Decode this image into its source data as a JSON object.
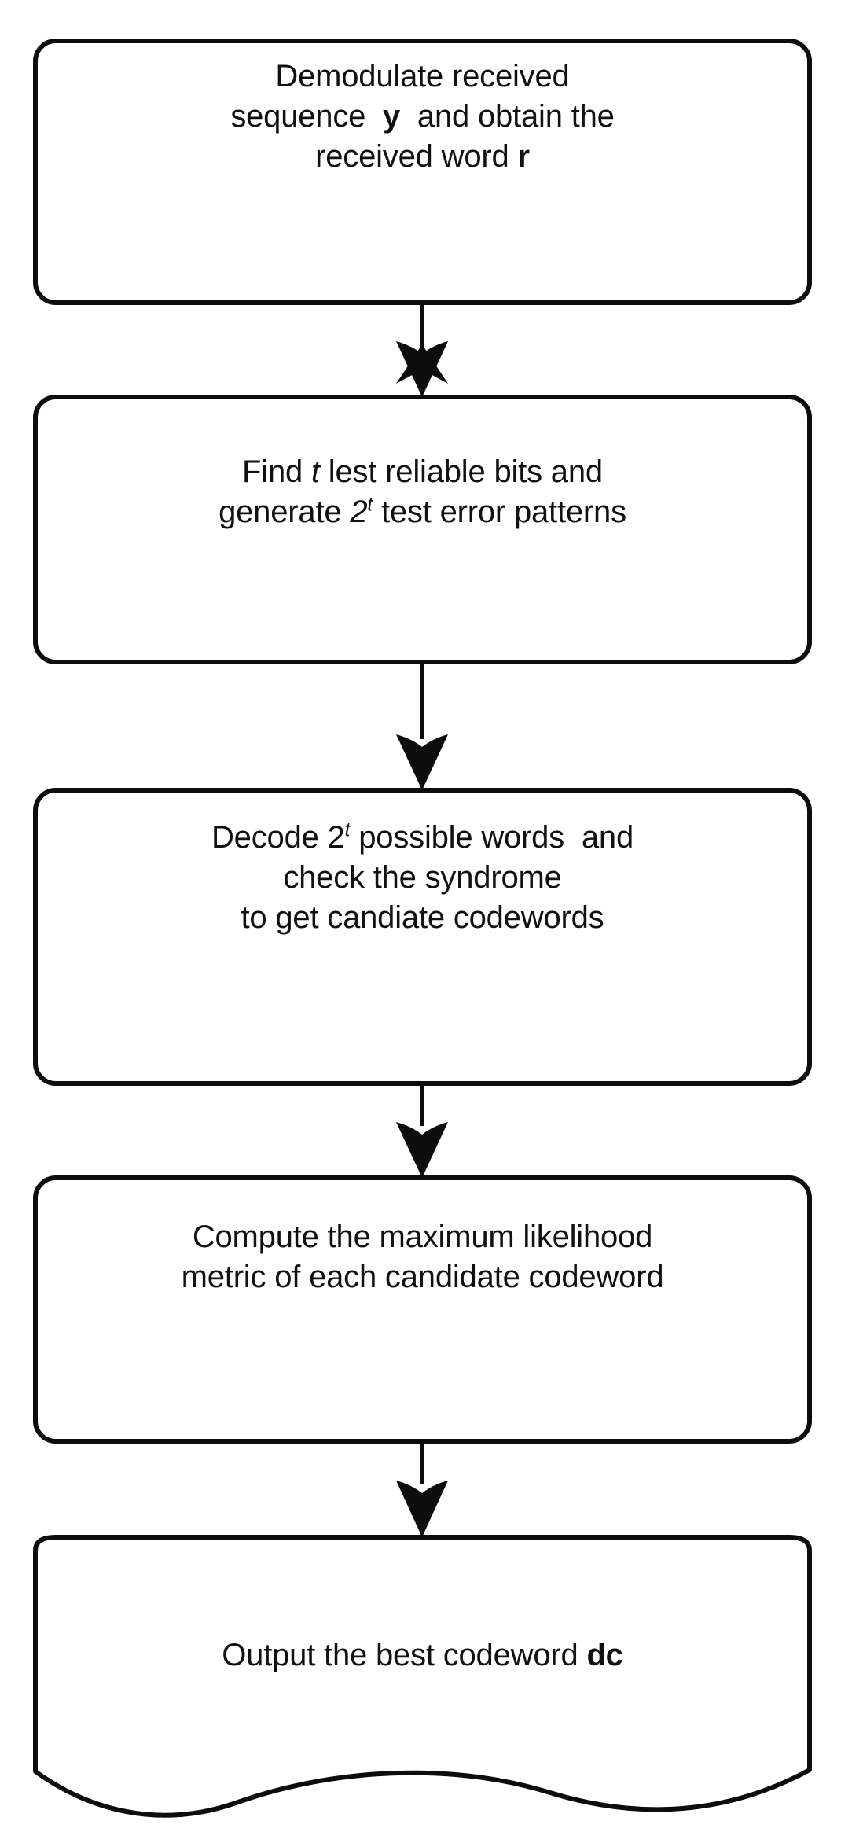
{
  "diagram": {
    "title": "Soft-decision decoding flowchart",
    "stroke_color": "#0d0d0d",
    "fill_color": "#ffffff",
    "text_color": "#111111",
    "background": "#ffffff",
    "nodes": [
      {
        "id": "node-1",
        "shape": "rounded-rectangle",
        "name": "demodulate-step",
        "lines": [
          {
            "pre": "Demodulate received",
            "var": "",
            "post": ""
          },
          {
            "pre": "sequence  ",
            "var": "y",
            "post": "  and obtain the"
          },
          {
            "pre": "received word ",
            "var": "r",
            "post": ""
          }
        ]
      },
      {
        "id": "node-2",
        "shape": "rounded-rectangle",
        "name": "find-least-reliable-bits-step",
        "lines": [
          {
            "pre": "Find ",
            "var": "t",
            "post": " lest reliable bits and"
          },
          {
            "pre": "generate ",
            "var": "2",
            "sup": "t",
            "post": " test error patterns"
          }
        ]
      },
      {
        "id": "node-3",
        "shape": "rounded-rectangle",
        "name": "decode-and-check-syndrome-step",
        "lines": [
          {
            "pre": "Decode ",
            "var": "2",
            "sup": "t",
            "post": " possible words  and"
          },
          {
            "pre": "check the syndrome",
            "var": "",
            "post": ""
          },
          {
            "pre": "to get candiate codewords",
            "var": "",
            "post": ""
          }
        ]
      },
      {
        "id": "node-4",
        "shape": "rounded-rectangle",
        "name": "compute-ml-metric-step",
        "lines": [
          {
            "pre": "Compute the maximum likelihood",
            "var": "",
            "post": ""
          },
          {
            "pre": "metric of each candidate codeword",
            "var": "",
            "post": ""
          }
        ]
      },
      {
        "id": "node-5",
        "shape": "document-wavy-bottom",
        "name": "output-best-codeword-step",
        "lines": [
          {
            "pre": "Output the best codeword ",
            "var": "dc",
            "post": ""
          }
        ]
      }
    ],
    "connectors": [
      {
        "name": "arrow-node1-to-node2",
        "from": "node-1",
        "to": "node-2"
      },
      {
        "name": "arrow-node2-to-node3",
        "from": "node-2",
        "to": "node-3"
      },
      {
        "name": "arrow-node3-to-node4",
        "from": "node-3",
        "to": "node-4"
      },
      {
        "name": "arrow-node4-to-node5",
        "from": "node-4",
        "to": "node-5"
      }
    ]
  },
  "text": {
    "node1": {
      "line1": "Demodulate received",
      "line2a": "sequence  ",
      "line2var": "y",
      "line2b": "  and obtain the",
      "line3a": "received word ",
      "line3var": "r"
    },
    "node2": {
      "line1a": "Find ",
      "line1var": "t",
      "line1b": " lest reliable bits and",
      "line2a": "generate ",
      "line2base": "2",
      "line2sup": "t",
      "line2b": " test error patterns"
    },
    "node3": {
      "line1a": "Decode ",
      "line1base": "2",
      "line1sup": "t",
      "line1b": " possible words  and",
      "line2": "check the syndrome",
      "line3": "to get candiate codewords"
    },
    "node4": {
      "line1": "Compute the maximum likelihood",
      "line2": "metric of each candidate codeword"
    },
    "node5": {
      "line1a": "Output the best codeword ",
      "line1var": "dc"
    }
  }
}
